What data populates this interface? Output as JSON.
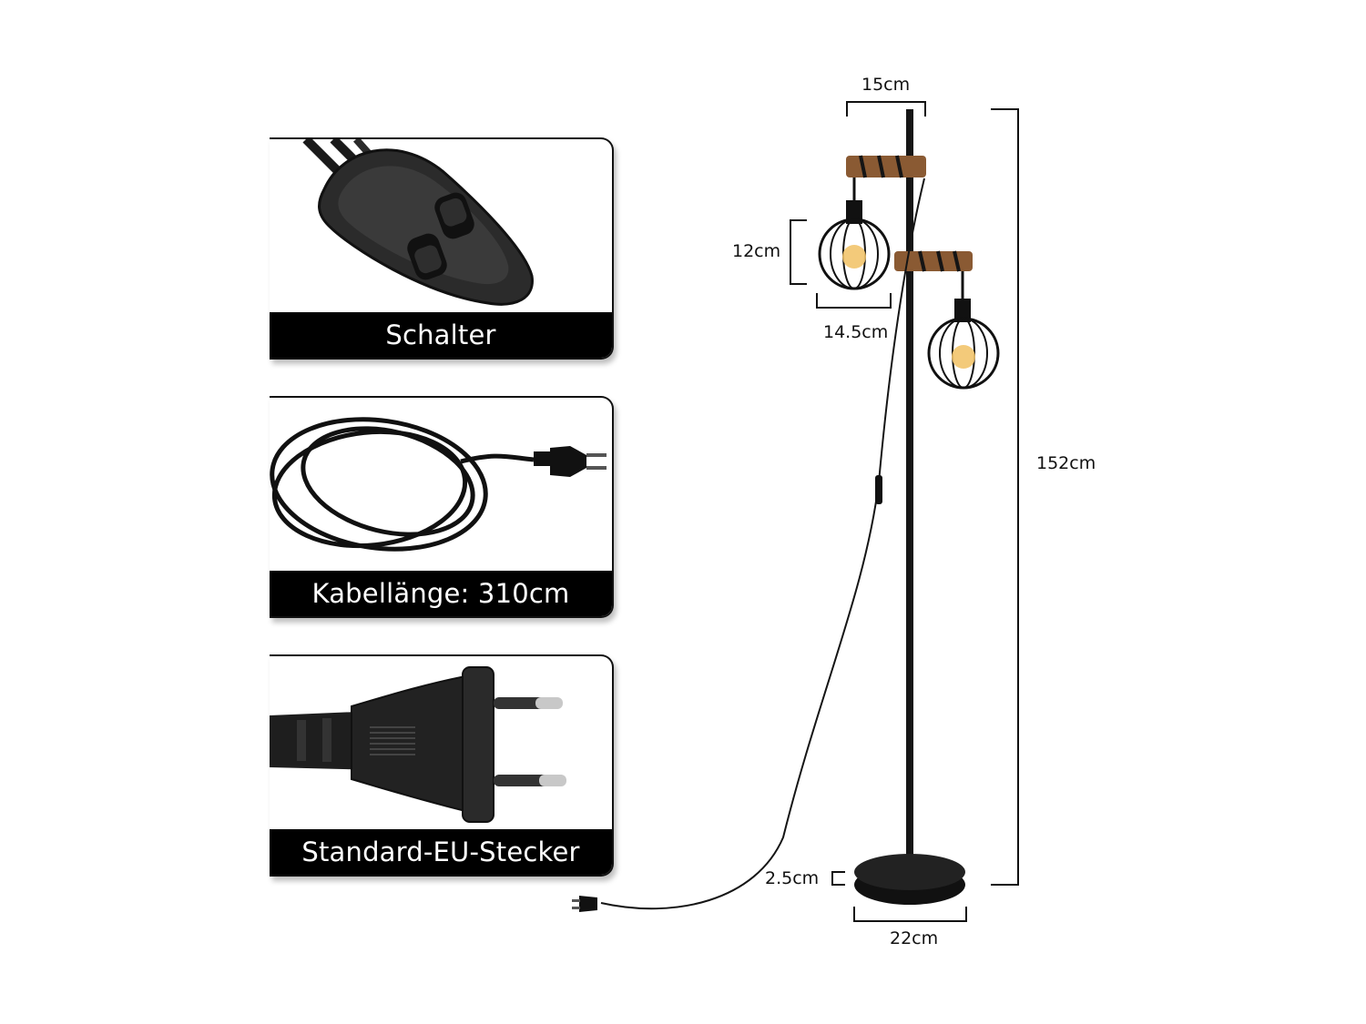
{
  "panels": {
    "switch": {
      "caption": "Schalter",
      "icon": "inline-switch"
    },
    "cable": {
      "caption": "Kabellänge: 310cm",
      "icon": "power-cord"
    },
    "plug": {
      "caption": "Standard-EU-Stecker",
      "icon": "eu-plug"
    }
  },
  "dimensions": {
    "top_width": "15cm",
    "shade_height": "12cm",
    "shade_width": "14.5cm",
    "total_height": "152cm",
    "base_height": "2.5cm",
    "base_width": "22cm"
  },
  "colors": {
    "metal": "#151515",
    "wood": "#8a5a33",
    "bulb_glow": "#f2c46b"
  }
}
